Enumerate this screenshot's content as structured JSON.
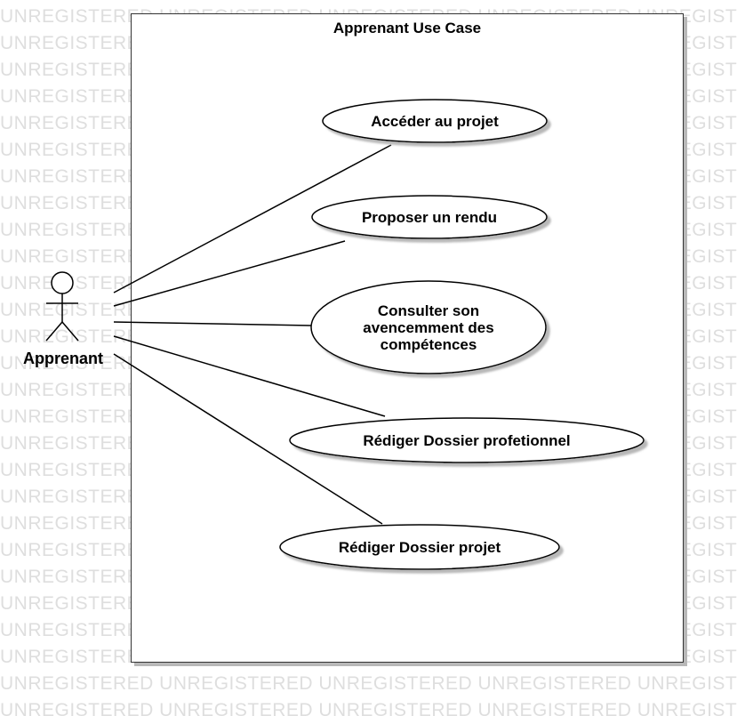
{
  "watermark_text": "UNREGISTERED",
  "system": {
    "title": "Apprenant Use Case"
  },
  "actor": {
    "name": "Apprenant"
  },
  "use_cases": [
    {
      "label": "Accéder au projet"
    },
    {
      "label": "Proposer un rendu"
    },
    {
      "label": "Consulter son avencemment des compétences"
    },
    {
      "label": "Rédiger Dossier profetionnel"
    },
    {
      "label": "Rédiger Dossier projet"
    }
  ],
  "colors": {
    "stroke": "#000000",
    "shadow": "#b8b8b8",
    "watermark": "#dedede"
  }
}
